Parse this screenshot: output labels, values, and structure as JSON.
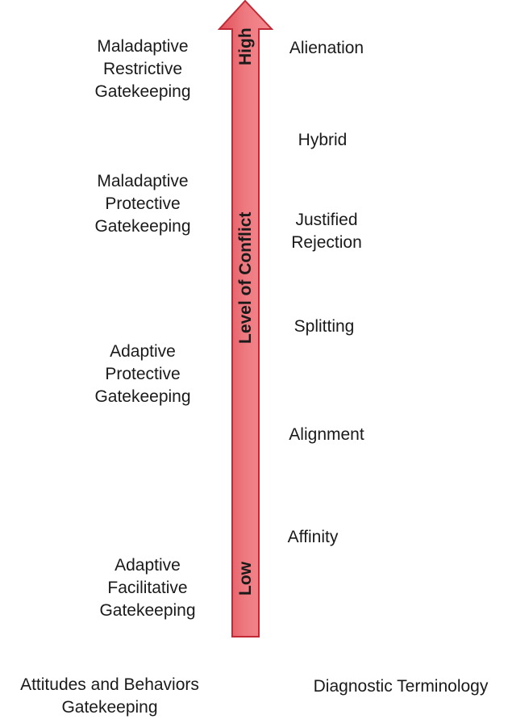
{
  "arrow": {
    "axis_label": "Level of Conflict",
    "high_label": "High",
    "low_label": "Low",
    "direction": "up",
    "fill_color_start": "#e2505a",
    "fill_color_end": "#f28c91",
    "stroke_color": "#c12a35"
  },
  "left_column": {
    "items": [
      {
        "lines": [
          "Maladaptive",
          "Restrictive",
          "Gatekeeping"
        ]
      },
      {
        "lines": [
          "Maladaptive",
          "Protective",
          "Gatekeeping"
        ]
      },
      {
        "lines": [
          "Adaptive",
          "Protective",
          "Gatekeeping"
        ]
      },
      {
        "lines": [
          "Adaptive",
          "Facilitative",
          "Gatekeeping"
        ]
      }
    ],
    "footer": {
      "lines": [
        "Attitudes and Behaviors",
        "Gatekeeping"
      ]
    }
  },
  "right_column": {
    "items": [
      {
        "lines": [
          "Alienation"
        ]
      },
      {
        "lines": [
          "Hybrid"
        ]
      },
      {
        "lines": [
          "Justified",
          "Rejection"
        ]
      },
      {
        "lines": [
          "Splitting"
        ]
      },
      {
        "lines": [
          "Alignment"
        ]
      },
      {
        "lines": [
          "Affinity"
        ]
      }
    ],
    "footer": {
      "lines": [
        "Diagnostic Terminology"
      ]
    }
  }
}
